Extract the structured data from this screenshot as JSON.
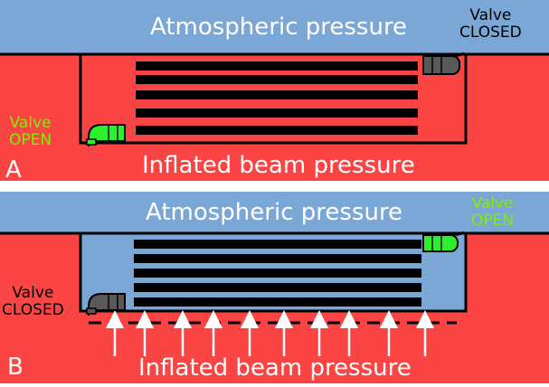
{
  "colors": {
    "atmosphere": "#7ba7d6",
    "beam": "#fb4444",
    "valve_open": "#2cf02c",
    "valve_closed": "#595959",
    "open_label": "#7ff000",
    "closed_label": "#000000",
    "plates": "#000000"
  },
  "panel_a": {
    "letter": "A",
    "atmospheric_label": "Atmospheric pressure",
    "beam_label": "Inflated beam pressure",
    "valve_top": {
      "line1": "Valve",
      "line2": "CLOSED",
      "state": "closed"
    },
    "valve_left": {
      "line1": "Valve",
      "line2": "OPEN",
      "state": "open"
    }
  },
  "panel_b": {
    "letter": "B",
    "atmospheric_label": "Atmospheric pressure",
    "beam_label": "Inflated beam pressure",
    "valve_top": {
      "line1": "Valve",
      "line2": "OPEN",
      "state": "open"
    },
    "valve_left": {
      "line1": "Valve",
      "line2": "CLOSED",
      "state": "closed"
    }
  }
}
